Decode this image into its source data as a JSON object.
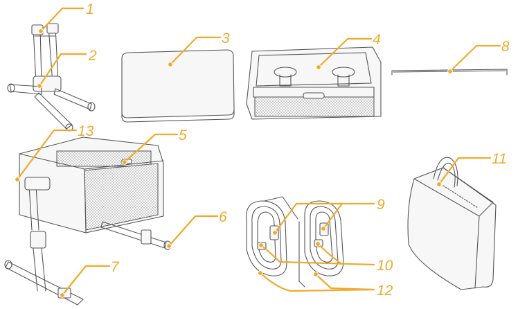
{
  "accent_color": "#F2A829",
  "line_color": "#555555",
  "callouts": [
    {
      "id": "c1",
      "label": "1"
    },
    {
      "id": "c2",
      "label": "2"
    },
    {
      "id": "c3",
      "label": "3"
    },
    {
      "id": "c4",
      "label": "4"
    },
    {
      "id": "c5",
      "label": "5"
    },
    {
      "id": "c6",
      "label": "6"
    },
    {
      "id": "c7",
      "label": "7"
    },
    {
      "id": "c8",
      "label": "8"
    },
    {
      "id": "c9",
      "label": "9"
    },
    {
      "id": "c10",
      "label": "10"
    },
    {
      "id": "c11",
      "label": "11"
    },
    {
      "id": "c12",
      "label": "12"
    },
    {
      "id": "c13",
      "label": "13"
    }
  ]
}
